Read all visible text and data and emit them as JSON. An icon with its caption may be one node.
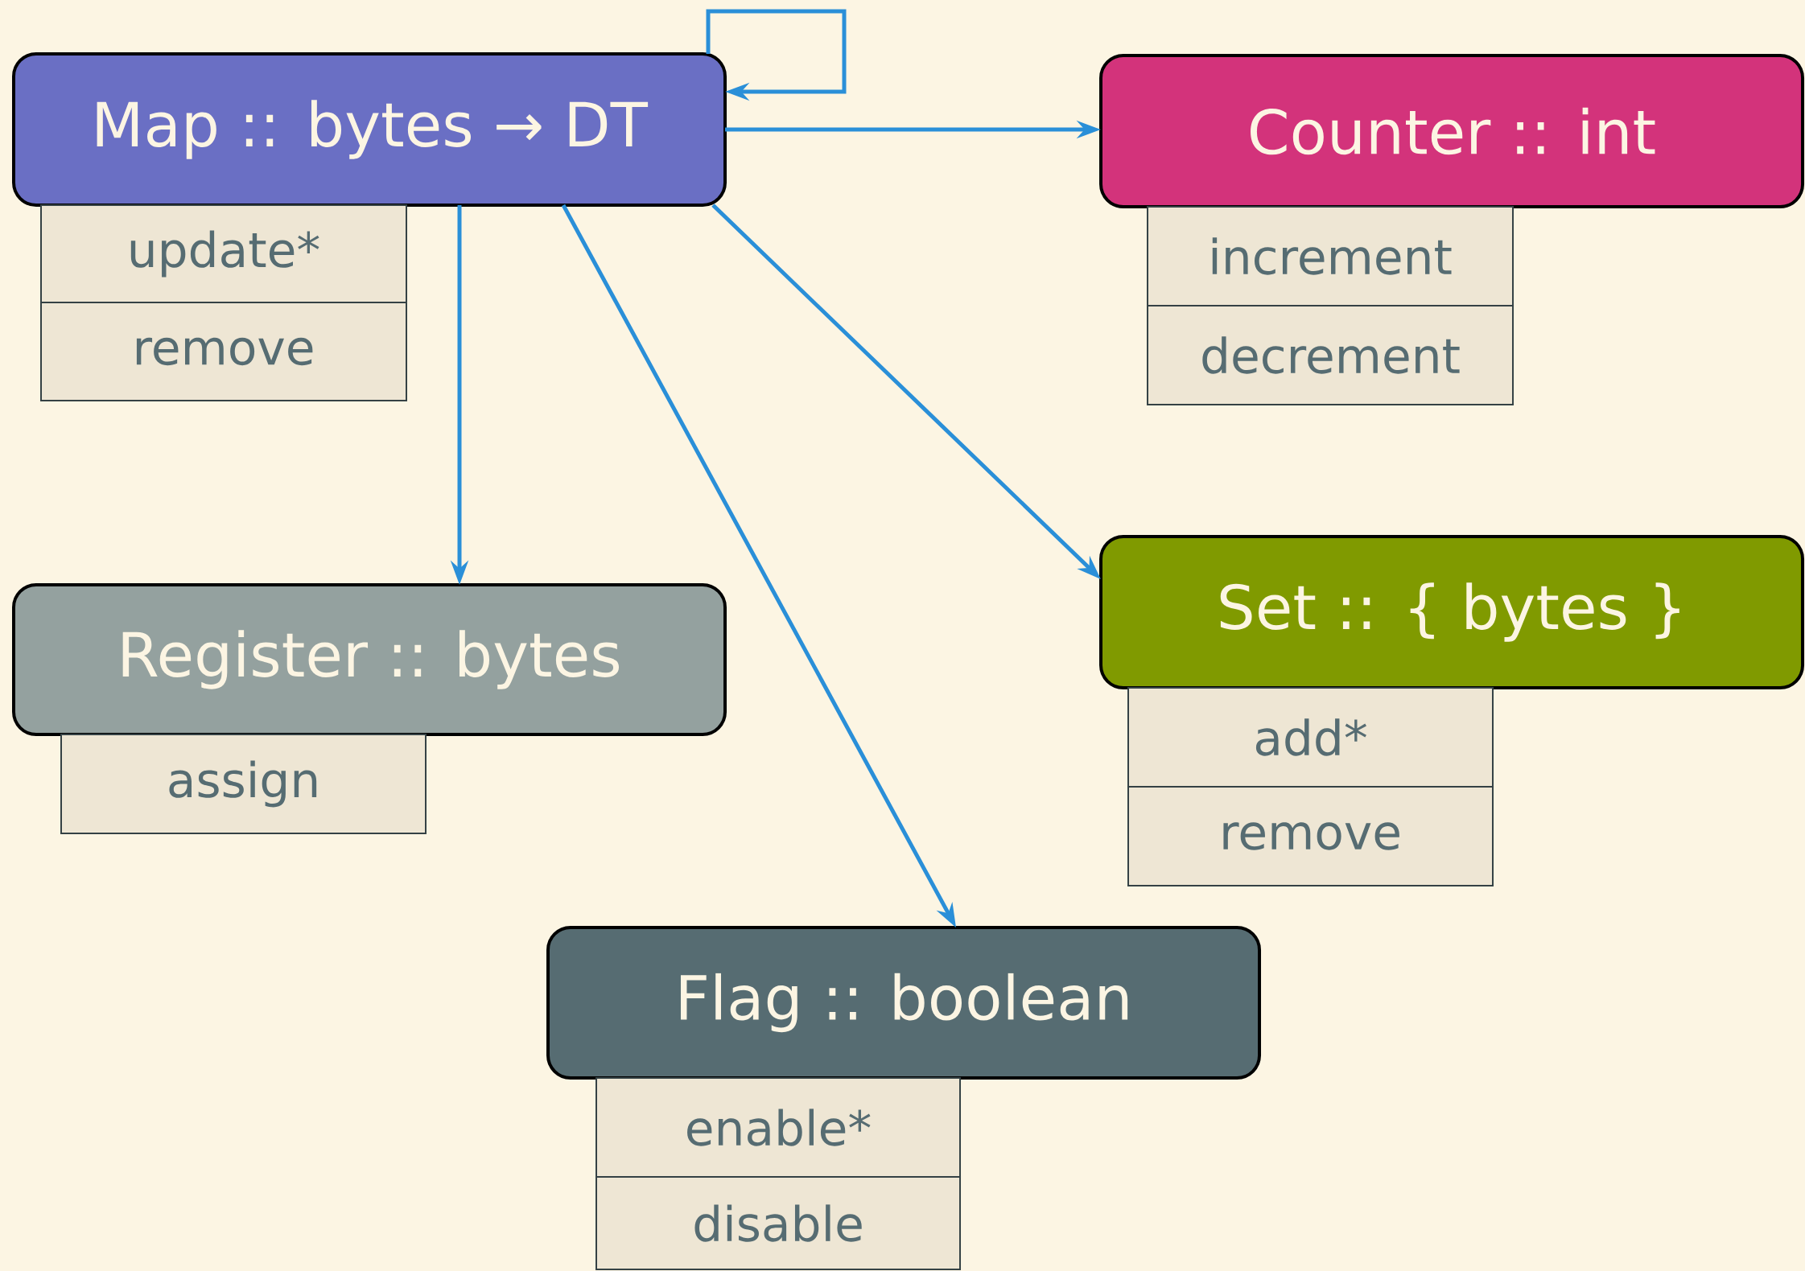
{
  "diagram": {
    "nodes": [
      {
        "text": [
          "Map :: bytes → DT"
        ]
      },
      {
        "text": [
          "update*"
        ]
      },
      {
        "text": [
          "remove"
        ]
      },
      {
        "text": [
          "Counter :: int"
        ]
      },
      {
        "text": [
          "increment"
        ]
      },
      {
        "text": [
          "decrement"
        ]
      },
      {
        "text": [
          "Register :: bytes"
        ]
      },
      {
        "text": [
          "assign"
        ]
      },
      {
        "text": [
          "Set :: { bytes }"
        ]
      },
      {
        "text": [
          "add*"
        ]
      },
      {
        "text": [
          "remove"
        ]
      },
      {
        "text": [
          "Flag :: boolean"
        ]
      },
      {
        "text": [
          "enable*"
        ]
      },
      {
        "text": [
          "disable"
        ]
      }
    ],
    "edges": [
      {
        "from": 0,
        "to": 0,
        "arrow": "to"
      },
      {
        "from": 0,
        "to": 3,
        "arrow": "to"
      },
      {
        "from": 0,
        "to": 6,
        "arrow": "to"
      },
      {
        "from": 0,
        "to": 11,
        "arrow": "to"
      },
      {
        "from": 0,
        "to": 8,
        "arrow": "to"
      }
    ]
  }
}
